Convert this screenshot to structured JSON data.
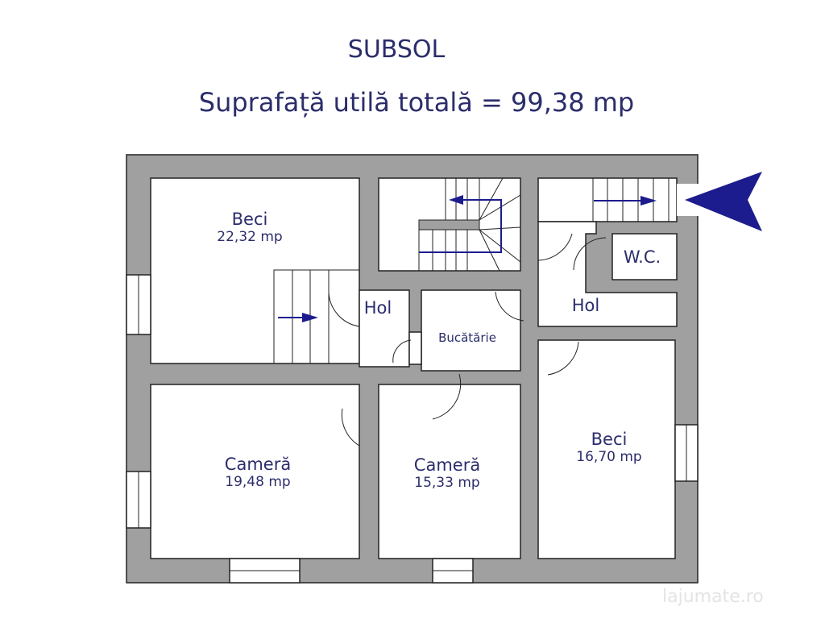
{
  "title": "SUBSOL",
  "subtitle": "Suprafață utilă totală = 99,38 mp",
  "rooms": {
    "beci_1": {
      "name": "Beci",
      "area": "22,32 mp"
    },
    "hol_1": {
      "name": "Hol"
    },
    "bucatarie": {
      "name": "Bucătărie"
    },
    "wc": {
      "name": "W.C."
    },
    "hol_2": {
      "name": "Hol"
    },
    "camera_1": {
      "name": "Cameră",
      "area": "19,48 mp"
    },
    "camera_2": {
      "name": "Cameră",
      "area": "15,33 mp"
    },
    "beci_2": {
      "name": "Beci",
      "area": "16,70 mp"
    }
  },
  "watermark": "lajumate.ro",
  "colors": {
    "wall": "#a0a0a0",
    "text": "#2b2d6b",
    "arrow": "#1c1c8e"
  }
}
